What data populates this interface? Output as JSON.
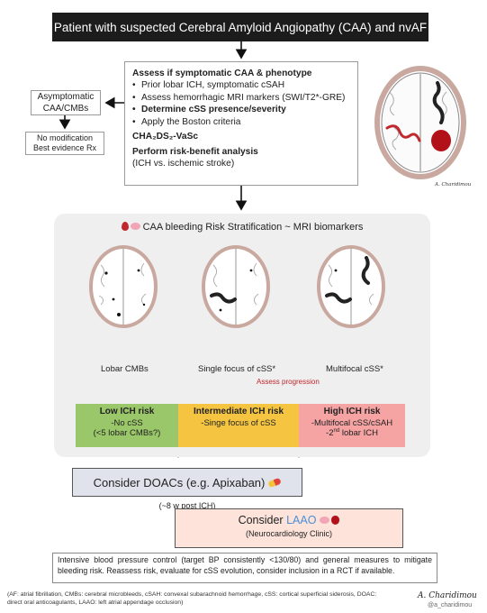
{
  "title": "Patient with suspected Cerebral Amyloid Angiopathy (CAA) and nvAF",
  "assess": {
    "heading": "Assess if symptomatic CAA & phenotype",
    "items": [
      "Prior lobar ICH, symptomatic cSAH",
      "Assess hemorrhagic MRI markers (SWI/T2*-GRE)",
      "Determine cSS presence/severity",
      "Apply the Boston criteria"
    ],
    "score": "CHA₂DS₂-VaSc",
    "analysis_heading": "Perform risk-benefit analysis",
    "analysis_sub": "(ICH vs. ischemic stroke)"
  },
  "asymptomatic": {
    "line1": "Asymptomatic",
    "line2": "CAA/CMBs"
  },
  "no_modification": {
    "line1": "No modification",
    "line2": "Best evidence Rx"
  },
  "top_brain_signature": "A. Charidimou",
  "stratification": {
    "title": "CAA bleeding Risk Stratification ~ MRI biomarkers",
    "labels": [
      "Lobar CMBs",
      "Single focus of cSS*",
      "Multifocal cSS*"
    ],
    "progression": "Assess progression"
  },
  "risk": {
    "low": {
      "title": "Low ICH risk",
      "lines": [
        "-No cSS",
        "(<5 lobar CMBs?)"
      ]
    },
    "intermediate": {
      "title": "Intermediate ICH risk",
      "lines": [
        "-Singe focus of cSS"
      ]
    },
    "high": {
      "title": "High ICH risk",
      "lines": [
        "-Multifocal cSS/cSAH",
        "lobar ICH"
      ],
      "ordinal": "-2",
      "ordinal_sup": "nd"
    }
  },
  "doac": {
    "label": "Consider DOACs (e.g. Apixaban)",
    "sub": "(~8 w post ICH)"
  },
  "laao": {
    "label_prefix": "Consider ",
    "label_highlight": "LAAO",
    "sub": "(Neurocardiology Clinic)"
  },
  "bp_note": "Intensive blood pressure control (target BP consistently <130/80) and general measures to mitigate bleeding risk. Reassess risk, evaluate for cSS evolution, consider inclusion in a RCT if available.",
  "footnote": "(AF: atrial fibrillation, CMBs: cerebral microbleeds, cSAH: convexal subarachnoid hemorrhage, cSS: cortical superficial siderosis, DOAC: direct oral anticoagulants, LAAO: left atrial appendage occlusion)",
  "signature": "A. Charidimou",
  "handle": "@a_charidimou",
  "colors": {
    "low": "#9ac769",
    "intermediate": "#f5c542",
    "high": "#f5a3a3",
    "accent_red": "#c0282d",
    "laao_blue": "#4a8fd4"
  }
}
